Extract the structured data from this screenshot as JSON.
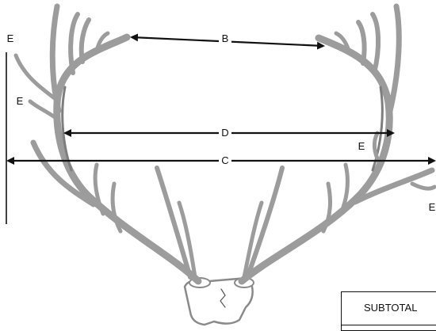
{
  "diagram": {
    "colors": {
      "antler": "#9c9c9c",
      "antler_dark": "#7e7e7e",
      "arrow": "#111111"
    },
    "labels": {
      "b": "B",
      "c": "C",
      "d": "D",
      "e_left_top": "E",
      "e_left_mid": "E",
      "e_right_inner": "E",
      "e_right_outer": "E"
    },
    "subtotal_label": "SUBTOTAL"
  }
}
